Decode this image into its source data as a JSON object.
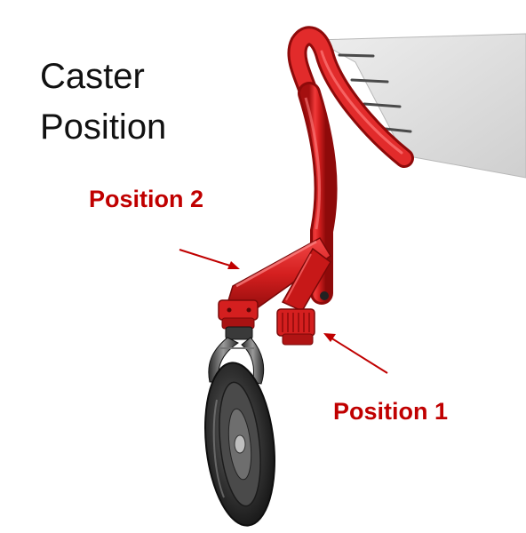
{
  "title": {
    "line1": "Caster",
    "line2": "Position"
  },
  "callouts": {
    "position_2": "Position 2",
    "position_1": "Position 1"
  },
  "colors": {
    "frame_red": "#d41f1f",
    "label_red": "#c00000",
    "arrow_red": "#c00000",
    "title_text": "#111111",
    "tire": "#2a2a2a",
    "hub": "#555555",
    "seat_panel": "#dcdcdc"
  }
}
